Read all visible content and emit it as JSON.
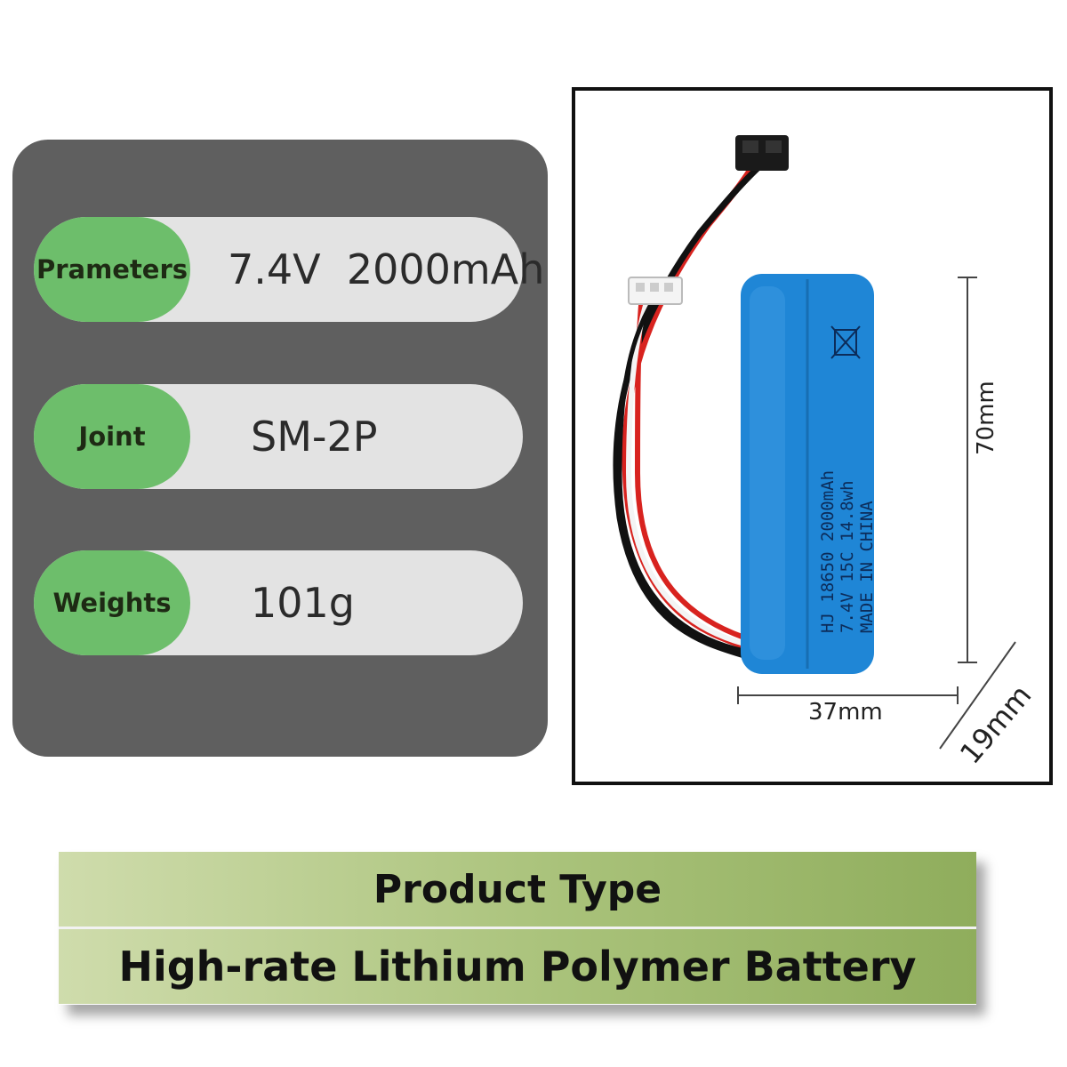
{
  "specs": [
    {
      "label": "Prameters",
      "value": "7.4V  2000mAh"
    },
    {
      "label": "Joint",
      "value": "SM-2P"
    },
    {
      "label": "Weights",
      "value": "101g"
    }
  ],
  "photo": {
    "cell_text": {
      "line1": "HJ 18650 2000mAh",
      "line2": "7.4V 15C 14.8wh",
      "line3": "MADE IN CHINA"
    },
    "dimensions": {
      "height": "70mm",
      "width": "37mm",
      "depth": "19mm"
    }
  },
  "product_type": {
    "title": "Product Type",
    "value": "High-rate Lithium Polymer Battery"
  },
  "colors": {
    "panel": "#5f5f5f",
    "label_green": "#6dbe6b",
    "battery_blue": "#1f86d6"
  }
}
